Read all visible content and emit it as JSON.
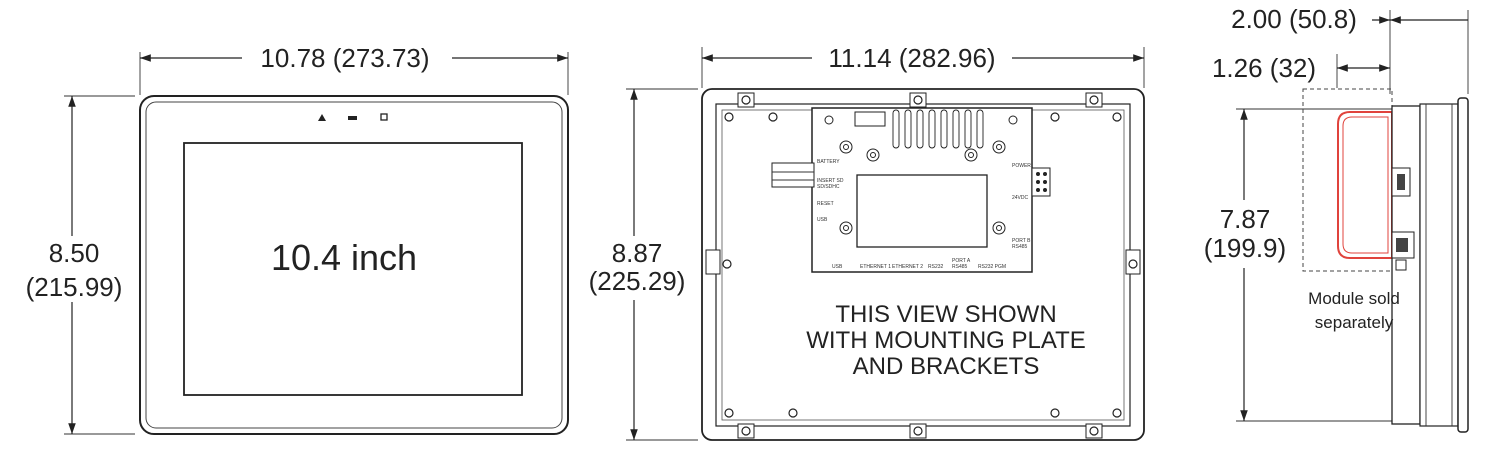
{
  "front_view": {
    "width_label": "10.78 (273.73)",
    "height_label_line1": "8.50",
    "height_label_line2": "(215.99)",
    "screen_label": "10.4 inch"
  },
  "rear_view": {
    "width_label": "11.14 (282.96)",
    "height_label_line1": "8.87",
    "height_label_line2": "(225.29)",
    "note_line1": "THIS VIEW SHOWN",
    "note_line2": "WITH MOUNTING PLATE",
    "note_line3": "AND BRACKETS",
    "module_labels": {
      "battery": "BATTERY",
      "insert_sd": "INSERT SD",
      "sdhc": "SD/SDHC",
      "reset": "RESET",
      "usb_device": "USB",
      "power": "POWER",
      "v24": "24VDC",
      "port_b": "PORT B",
      "rs485_b": "RS485",
      "usb_host": "USB",
      "ethernet1": "ETHERNET 1",
      "ethernet2": "ETHERNET 2",
      "rs232": "RS232",
      "port_a": "PORT A",
      "rs485_a": "RS485",
      "rs232_pgm": "RS232 PGM"
    }
  },
  "side_view": {
    "depth_label": "2.00 (50.8)",
    "module_depth_label": "1.26 (32)",
    "height_label_line1": "7.87",
    "height_label_line2": "(199.9)",
    "module_note_line1": "Module sold",
    "module_note_line2": "separately",
    "module_color": "#e0433c"
  }
}
